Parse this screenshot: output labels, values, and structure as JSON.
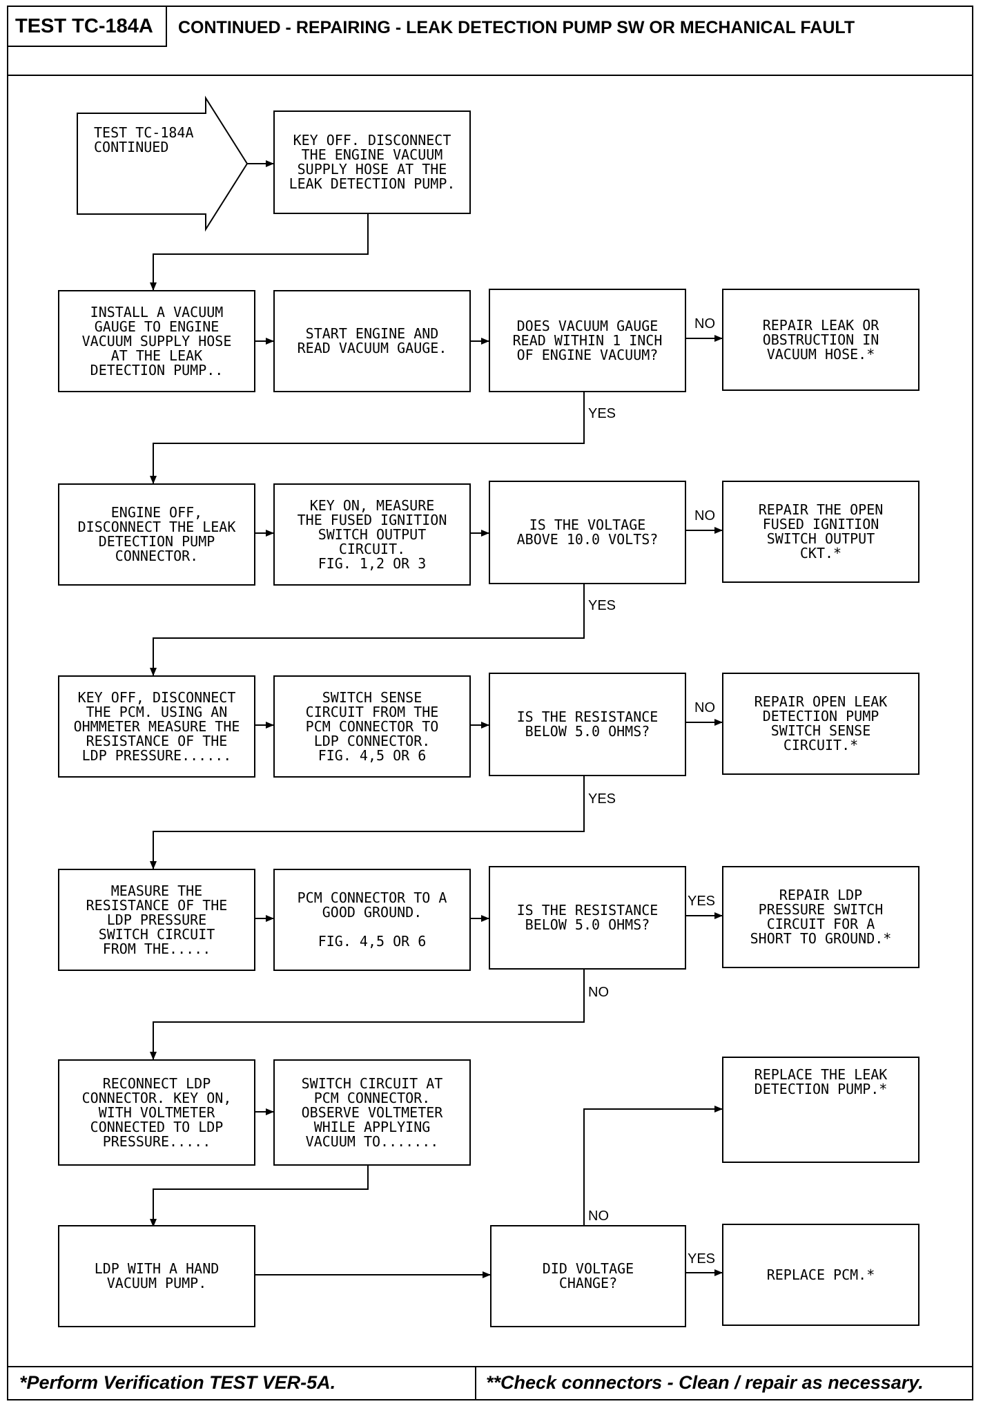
{
  "header": {
    "test_id": "TEST TC-184A",
    "title": "CONTINUED - REPAIRING - LEAK DETECTION PUMP SW OR MECHANICAL FAULT"
  },
  "start": {
    "label": "TEST TC-184A\nCONTINUED"
  },
  "boxes": {
    "b1": "KEY OFF. DISCONNECT\nTHE ENGINE VACUUM\nSUPPLY HOSE AT THE\nLEAK DETECTION PUMP.",
    "r1a": "INSTALL A VACUUM\nGAUGE TO ENGINE\nVACUUM SUPPLY HOSE\nAT THE LEAK\nDETECTION PUMP..",
    "r1b": "START ENGINE AND\nREAD VACUUM GAUGE.",
    "r1c": "DOES VACUUM GAUGE\nREAD WITHIN 1 INCH\nOF ENGINE VACUUM?",
    "r1d": "REPAIR LEAK OR\nOBSTRUCTION IN\nVACUUM HOSE.*",
    "r2a": "ENGINE OFF,\nDISCONNECT THE LEAK\nDETECTION PUMP\nCONNECTOR.",
    "r2b": "KEY ON, MEASURE\nTHE FUSED IGNITION\nSWITCH OUTPUT\nCIRCUIT.\nFIG. 1,2 OR 3",
    "r2c": "IS THE VOLTAGE\nABOVE 10.0 VOLTS?",
    "r2d": "REPAIR THE OPEN\nFUSED IGNITION\nSWITCH OUTPUT\nCKT.*",
    "r3a": "KEY OFF, DISCONNECT\nTHE PCM. USING AN\nOHMMETER MEASURE THE\nRESISTANCE OF THE\nLDP PRESSURE......",
    "r3b": "SWITCH SENSE\nCIRCUIT FROM THE\nPCM CONNECTOR TO\nLDP CONNECTOR.\nFIG. 4,5 OR 6",
    "r3c": "IS THE RESISTANCE\nBELOW 5.0 OHMS?",
    "r3d": "REPAIR OPEN LEAK\nDETECTION PUMP\nSWITCH SENSE\nCIRCUIT.*",
    "r4a": "MEASURE THE\nRESISTANCE OF THE\nLDP PRESSURE\nSWITCH CIRCUIT\nFROM THE.....",
    "r4b": "PCM CONNECTOR TO A\nGOOD GROUND.\n\nFIG. 4,5 OR 6",
    "r4c": "IS THE RESISTANCE\nBELOW 5.0 OHMS?",
    "r4d": "REPAIR LDP\nPRESSURE SWITCH\nCIRCUIT FOR A\nSHORT TO GROUND.*",
    "r5a": "RECONNECT LDP\nCONNECTOR. KEY ON,\nWITH VOLTMETER\nCONNECTED TO LDP\nPRESSURE.....",
    "r5b": "SWITCH CIRCUIT AT\nPCM CONNECTOR.\nOBSERVE VOLTMETER\nWHILE APPLYING\nVACUUM TO.......",
    "r5d": "REPLACE THE LEAK\nDETECTION PUMP.*",
    "r6a": "LDP WITH A HAND\nVACUUM PUMP.",
    "r6c": "DID VOLTAGE\nCHANGE?",
    "r6d": "REPLACE PCM.*"
  },
  "labels": {
    "no": "NO",
    "yes": "YES"
  },
  "footer": {
    "left": "*Perform Verification TEST VER-5A.",
    "right": "**Check connectors - Clean / repair as necessary."
  }
}
